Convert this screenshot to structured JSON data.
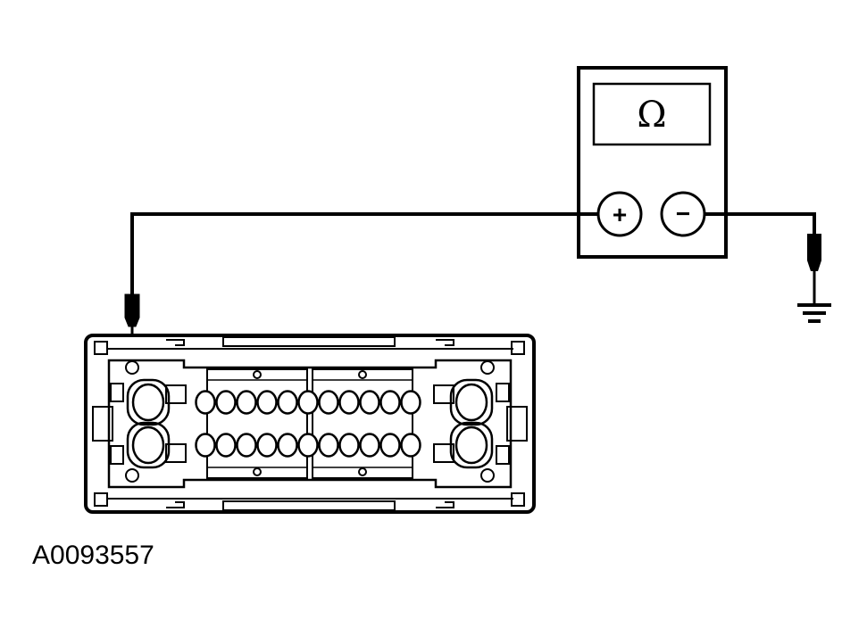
{
  "figure": {
    "id_label": "A0093557"
  },
  "meter": {
    "display_symbol": "Ω",
    "positive_label": "+",
    "negative_label": "−",
    "mode": "resistance"
  },
  "connector": {
    "upper_row_pins": 11,
    "lower_row_pins": 11,
    "large_pins_each_side": 2
  },
  "icons": {
    "ground": "ground-symbol-icon",
    "probe": "test-probe-icon"
  },
  "colors": {
    "line": "#000000",
    "background": "#ffffff"
  }
}
